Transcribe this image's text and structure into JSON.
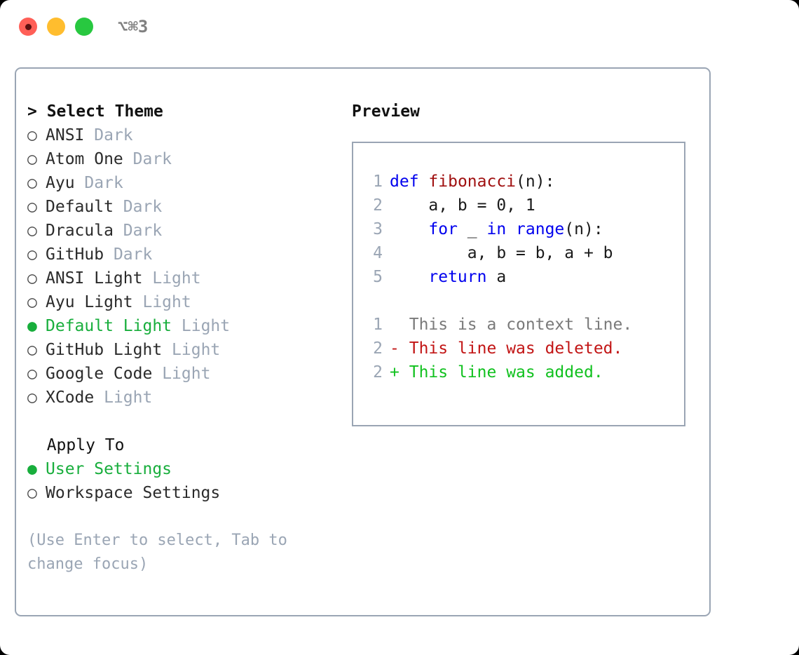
{
  "window": {
    "shortcut": "⌥⌘3",
    "traffic_lights": [
      {
        "name": "close",
        "color": "#ff5f57"
      },
      {
        "name": "minimize",
        "color": "#ffbd2e"
      },
      {
        "name": "maximize",
        "color": "#28c840"
      }
    ]
  },
  "theme_section": {
    "header": "> Select Theme",
    "selected_marker": "●",
    "unselected_marker": "○",
    "items": [
      {
        "marker": "○",
        "name": "ANSI",
        "tag": "Dark",
        "selected": false
      },
      {
        "marker": "○",
        "name": "Atom One",
        "tag": "Dark",
        "selected": false
      },
      {
        "marker": "○",
        "name": "Ayu",
        "tag": "Dark",
        "selected": false
      },
      {
        "marker": "○",
        "name": "Default",
        "tag": "Dark",
        "selected": false
      },
      {
        "marker": "○",
        "name": "Dracula",
        "tag": "Dark",
        "selected": false
      },
      {
        "marker": "○",
        "name": "GitHub",
        "tag": "Dark",
        "selected": false
      },
      {
        "marker": "○",
        "name": "ANSI Light",
        "tag": "Light",
        "selected": false
      },
      {
        "marker": "○",
        "name": "Ayu Light",
        "tag": "Light",
        "selected": false
      },
      {
        "marker": "●",
        "name": "Default Light",
        "tag": "Light",
        "selected": true
      },
      {
        "marker": "○",
        "name": "GitHub Light",
        "tag": "Light",
        "selected": false
      },
      {
        "marker": "○",
        "name": "Google Code",
        "tag": "Light",
        "selected": false
      },
      {
        "marker": "○",
        "name": "XCode",
        "tag": "Light",
        "selected": false
      }
    ]
  },
  "apply_section": {
    "header": "  Apply To",
    "items": [
      {
        "marker": "●",
        "name": "User Settings",
        "selected": true
      },
      {
        "marker": "○",
        "name": "Workspace Settings",
        "selected": false
      }
    ]
  },
  "hint": "(Use Enter to select, Tab to change focus)",
  "preview": {
    "title": "Preview",
    "code_lines": [
      {
        "num": "1",
        "tokens": [
          {
            "t": "def",
            "c": "kw"
          },
          {
            "t": " ",
            "c": "plain"
          },
          {
            "t": "fibonacci",
            "c": "fn"
          },
          {
            "t": "(n):",
            "c": "plain"
          }
        ]
      },
      {
        "num": "2",
        "tokens": [
          {
            "t": "    a, b = 0, 1",
            "c": "plain"
          }
        ]
      },
      {
        "num": "3",
        "tokens": [
          {
            "t": "    ",
            "c": "plain"
          },
          {
            "t": "for",
            "c": "kw"
          },
          {
            "t": " _ ",
            "c": "plain"
          },
          {
            "t": "in",
            "c": "kw"
          },
          {
            "t": " ",
            "c": "plain"
          },
          {
            "t": "range",
            "c": "kw"
          },
          {
            "t": "(n):",
            "c": "plain"
          }
        ]
      },
      {
        "num": "4",
        "tokens": [
          {
            "t": "        a, b = b, a + b",
            "c": "plain"
          }
        ]
      },
      {
        "num": "5",
        "tokens": [
          {
            "t": "    ",
            "c": "plain"
          },
          {
            "t": "return",
            "c": "kw"
          },
          {
            "t": " a",
            "c": "plain"
          }
        ]
      }
    ],
    "diff_lines": [
      {
        "num": "1",
        "marker": " ",
        "text": "This is a context line.",
        "kind": "ctx"
      },
      {
        "num": "2",
        "marker": "-",
        "text": "This line was deleted.",
        "kind": "del"
      },
      {
        "num": "2",
        "marker": "+",
        "text": "This line was added.",
        "kind": "add"
      }
    ]
  },
  "colors": {
    "selected_green": "#18ae3c",
    "muted_gray": "#9aa5b4",
    "keyword_blue": "#0000ee",
    "function_red": "#a01010",
    "diff_delete": "#c21515",
    "diff_add": "#11c11f",
    "border": "#9aa5b4"
  }
}
